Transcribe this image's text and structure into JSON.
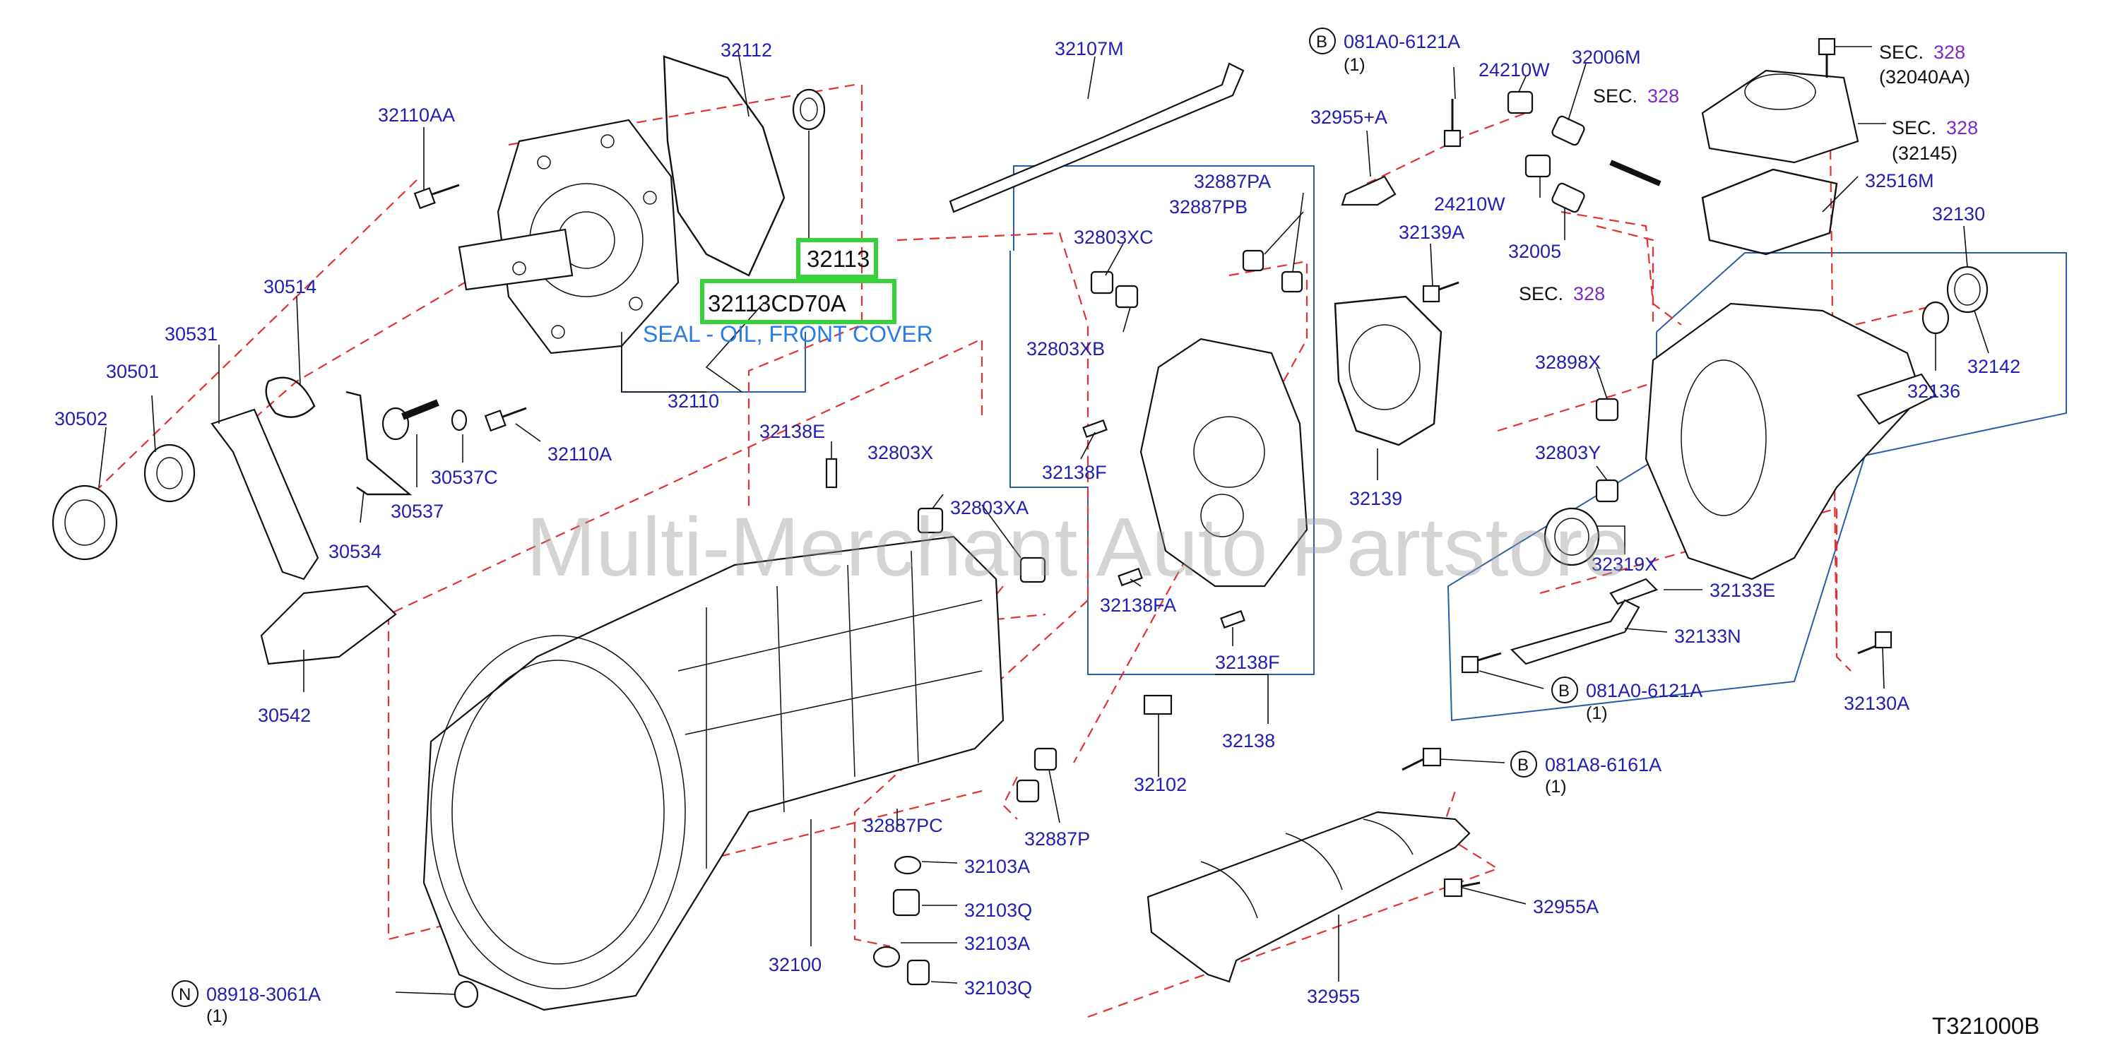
{
  "watermark": "Multi-Merchant Auto Partstore",
  "reference_code": "T321000B",
  "highlight": {
    "part_number": "32113",
    "catalog_number": "32113CD70A",
    "description": "SEAL - OIL, FRONT COVER"
  },
  "labels": {
    "p32112": "32112",
    "p32110AA": "32110AA",
    "p30514": "30514",
    "p30531": "30531",
    "p30501": "30501",
    "p30502": "30502",
    "p30537C": "30537C",
    "p30537": "30537",
    "p30534": "30534",
    "p32110A": "32110A",
    "p32110": "32110",
    "p30542": "30542",
    "p32107M": "32107M",
    "p32138E": "32138E",
    "p32803X": "32803X",
    "p32803XA": "32803XA",
    "p32887PA": "32887PA",
    "p32887PB": "32887PB",
    "p32803XC": "32803XC",
    "p32803XB": "32803XB",
    "p32138F_a": "32138F",
    "p32138FA": "32138FA",
    "p32138F_b": "32138F",
    "p32138": "32138",
    "p32102": "32102",
    "p32100": "32100",
    "p32887PC": "32887PC",
    "p32887P": "32887P",
    "p32103A_a": "32103A",
    "p32103Q_a": "32103Q",
    "p32103A_b": "32103A",
    "p32103Q_b": "32103Q",
    "p32955pA": "32955+A",
    "p32139A": "32139A",
    "p32139": "32139",
    "p24210W_a": "24210W",
    "p24210W_b": "24210W",
    "p32006M": "32006M",
    "p32005": "32005",
    "p32516M": "32516M",
    "p32130": "32130",
    "p32898X": "32898X",
    "p32803Y": "32803Y",
    "p32319X": "32319X",
    "p32136": "32136",
    "p32142": "32142",
    "p32133E": "32133E",
    "p32133N": "32133N",
    "p32130A": "32130A",
    "p32955A": "32955A",
    "p32955": "32955"
  },
  "callouts": {
    "b1": {
      "letter": "B",
      "part": "081A0-6121A",
      "qty": "(1)"
    },
    "b2": {
      "letter": "B",
      "part": "081A0-6121A",
      "qty": "(1)"
    },
    "b3": {
      "letter": "B",
      "part": "081A8-6161A",
      "qty": "(1)"
    },
    "n1": {
      "letter": "N",
      "part": "08918-3061A",
      "qty": "(1)"
    }
  },
  "sections": {
    "s1": {
      "prefix": "SEC.",
      "num": "328",
      "sub": "(32040AA)"
    },
    "s2": {
      "prefix": "SEC.",
      "num": "328",
      "sub": "(32145)"
    },
    "s3": {
      "prefix": "SEC.",
      "num": "328"
    },
    "s4": {
      "prefix": "SEC.",
      "num": "328"
    }
  },
  "colors": {
    "label": "#1f1fb4",
    "dashed_guide": "#e53030",
    "frame": "#2a5ca8",
    "highlight": "#35d23a",
    "description": "#2a7be4",
    "section_number": "#7a2bc9"
  }
}
